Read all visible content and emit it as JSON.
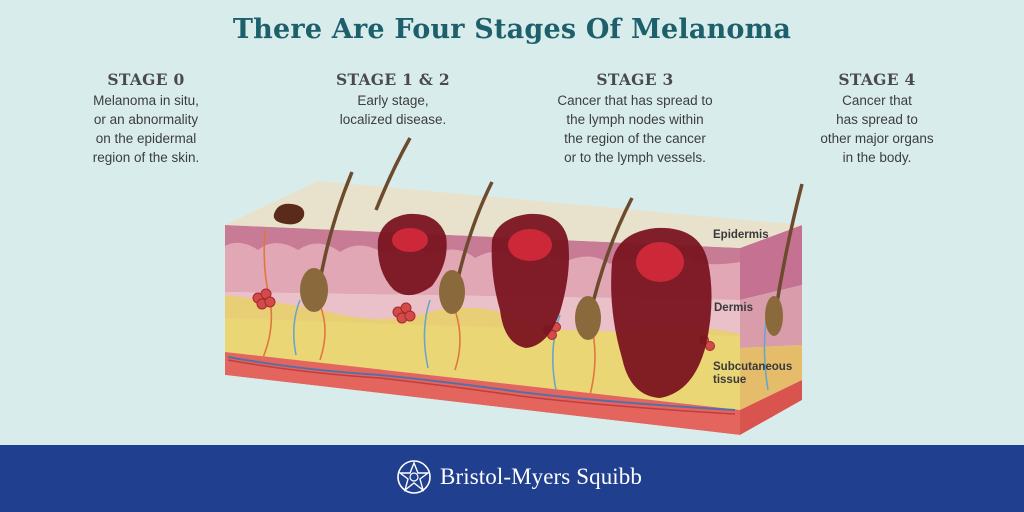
{
  "title": "There Are Four Stages Of Melanoma",
  "stages": [
    {
      "heading": "STAGE 0",
      "description": "Melanoma in situ,\nor an abnormality\non the epidermal\nregion of the skin."
    },
    {
      "heading": "STAGE 1 & 2",
      "description": "Early stage,\nlocalized disease."
    },
    {
      "heading": "STAGE 3",
      "description": "Cancer that has spread to\nthe lymph nodes within\nthe region of the cancer\nor to the lymph vessels."
    },
    {
      "heading": "STAGE 4",
      "description": "Cancer that\nhas spread to\nother major organs\nin the body."
    }
  ],
  "layers": {
    "epidermis": "Epidermis",
    "dermis": "Dermis",
    "subcutaneous": "Subcutaneous\ntissue"
  },
  "footer": {
    "brand_name": "Bristol-Myers Squibb",
    "logo_icon": "bms-star-logo-icon",
    "background_color": "#213f8f"
  },
  "colors": {
    "background": "#d8ecec",
    "title": "#1d5f6b",
    "tumor": "#7a1420",
    "tumor_core": "#cc2838"
  }
}
